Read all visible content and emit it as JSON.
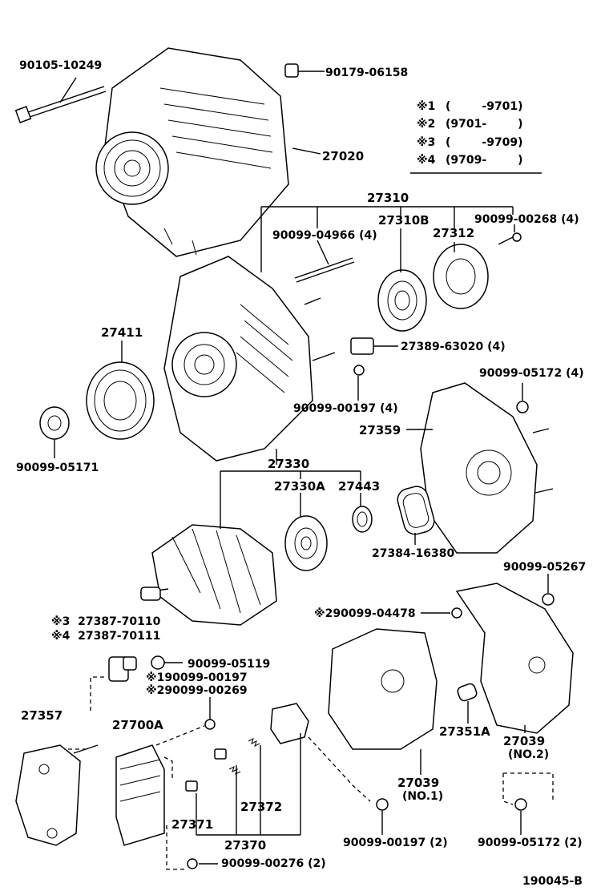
{
  "diagram_id": "190045-B",
  "legend": [
    {
      "mark": "※1",
      "range": "(        -9701)"
    },
    {
      "mark": "※2",
      "range": "(9701-        )"
    },
    {
      "mark": "※3",
      "range": "(        -9709)"
    },
    {
      "mark": "※4",
      "range": "(9709-        )"
    }
  ],
  "labels": {
    "p90105_10249": "90105-10249",
    "p90179_06158": "90179-06158",
    "p27020": "27020",
    "p27310": "27310",
    "p27310B": "27310B",
    "p27312": "27312",
    "p90099_04966": "90099-04966 (4)",
    "p90099_00268": "90099-00268 (4)",
    "p27411": "27411",
    "p27389_63020": "27389-63020 (4)",
    "p90099_05172_4": "90099-05172 (4)",
    "p90099_00197_4": "90099-00197 (4)",
    "p27359": "27359",
    "p90099_05171": "90099-05171",
    "p27330": "27330",
    "p27330A": "27330A",
    "p27443": "27443",
    "p27384_16380": "27384-16380",
    "p90099_05267": "90099-05267",
    "p27387_70110": "※3  27387-70110",
    "p27387_70111": "※4  27387-70111",
    "p90099_04478": "※290099-04478",
    "p90099_05119": "90099-05119",
    "p90099_00197_1": "※190099-00197",
    "p90099_00269": "※290099-00269",
    "p27357": "27357",
    "p27700A": "27700A",
    "p27351A": "27351A",
    "p27039_2": "27039",
    "p27039_2_sub": "(NO.2)",
    "p27039_1": "27039",
    "p27039_1_sub": "(NO.1)",
    "p27372": "27372",
    "p27371": "27371",
    "p27370": "27370",
    "p90099_00197_2": "90099-00197 (2)",
    "p90099_05172_2": "90099-05172 (2)",
    "p90099_00276": "90099-00276 (2)"
  }
}
